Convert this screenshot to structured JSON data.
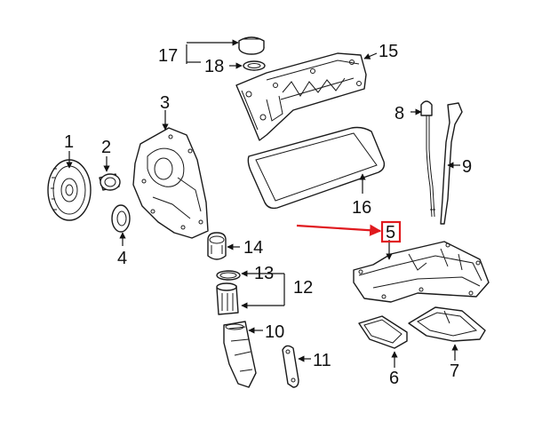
{
  "callouts": {
    "c1": "1",
    "c2": "2",
    "c3": "3",
    "c4": "4",
    "c5": "5",
    "c6": "6",
    "c7": "7",
    "c8": "8",
    "c9": "9",
    "c10": "10",
    "c11": "11",
    "c12": "12",
    "c13": "13",
    "c14": "14",
    "c15": "15",
    "c16": "16",
    "c17": "17",
    "c18": "18"
  },
  "colors": {
    "highlight": "#e0191e",
    "line": "#1a1a1a",
    "background": "#ffffff"
  }
}
